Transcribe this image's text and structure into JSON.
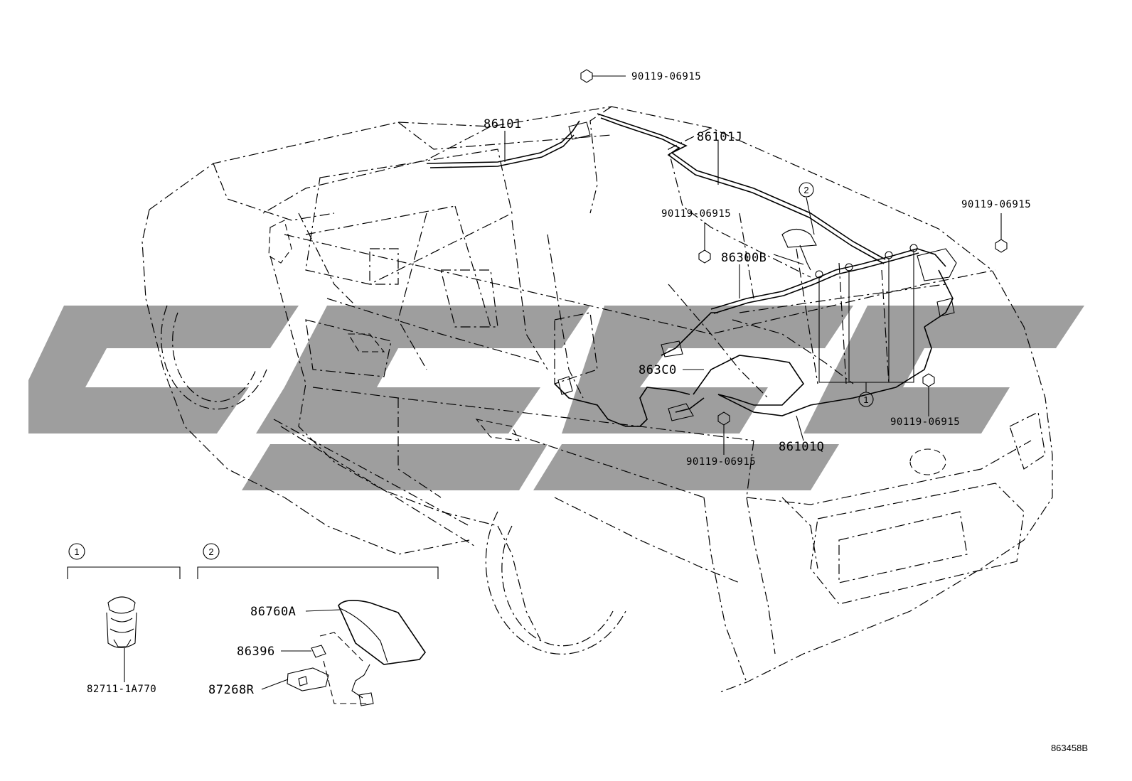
{
  "diagram": {
    "reference_code": "863458B",
    "groups": [
      {
        "number": "1",
        "part_number": "82711-1A770"
      },
      {
        "number": "2",
        "part_numbers": [
          "86760A",
          "86396",
          "87268R"
        ]
      }
    ],
    "callouts": {
      "group_1": "1",
      "group_2": "2"
    },
    "parts": {
      "bolt_top": "90119-06915",
      "harness_front": "86101",
      "harness_roof": "86101J",
      "bolt_mid": "90119-06915",
      "bolt_right": "90119-06915",
      "antenna_cord": "86300B",
      "amplifier": "863C0",
      "harness_rear": "86101Q",
      "bolt_lower_mid": "90119-06915",
      "bolt_lower_right": "90119-06915",
      "clamp": "82711-1A770",
      "antenna_assembly": "86760A",
      "antenna_pad": "86396",
      "antenna_bracket": "87268R"
    },
    "watermark_color": "#9e9e9e"
  }
}
